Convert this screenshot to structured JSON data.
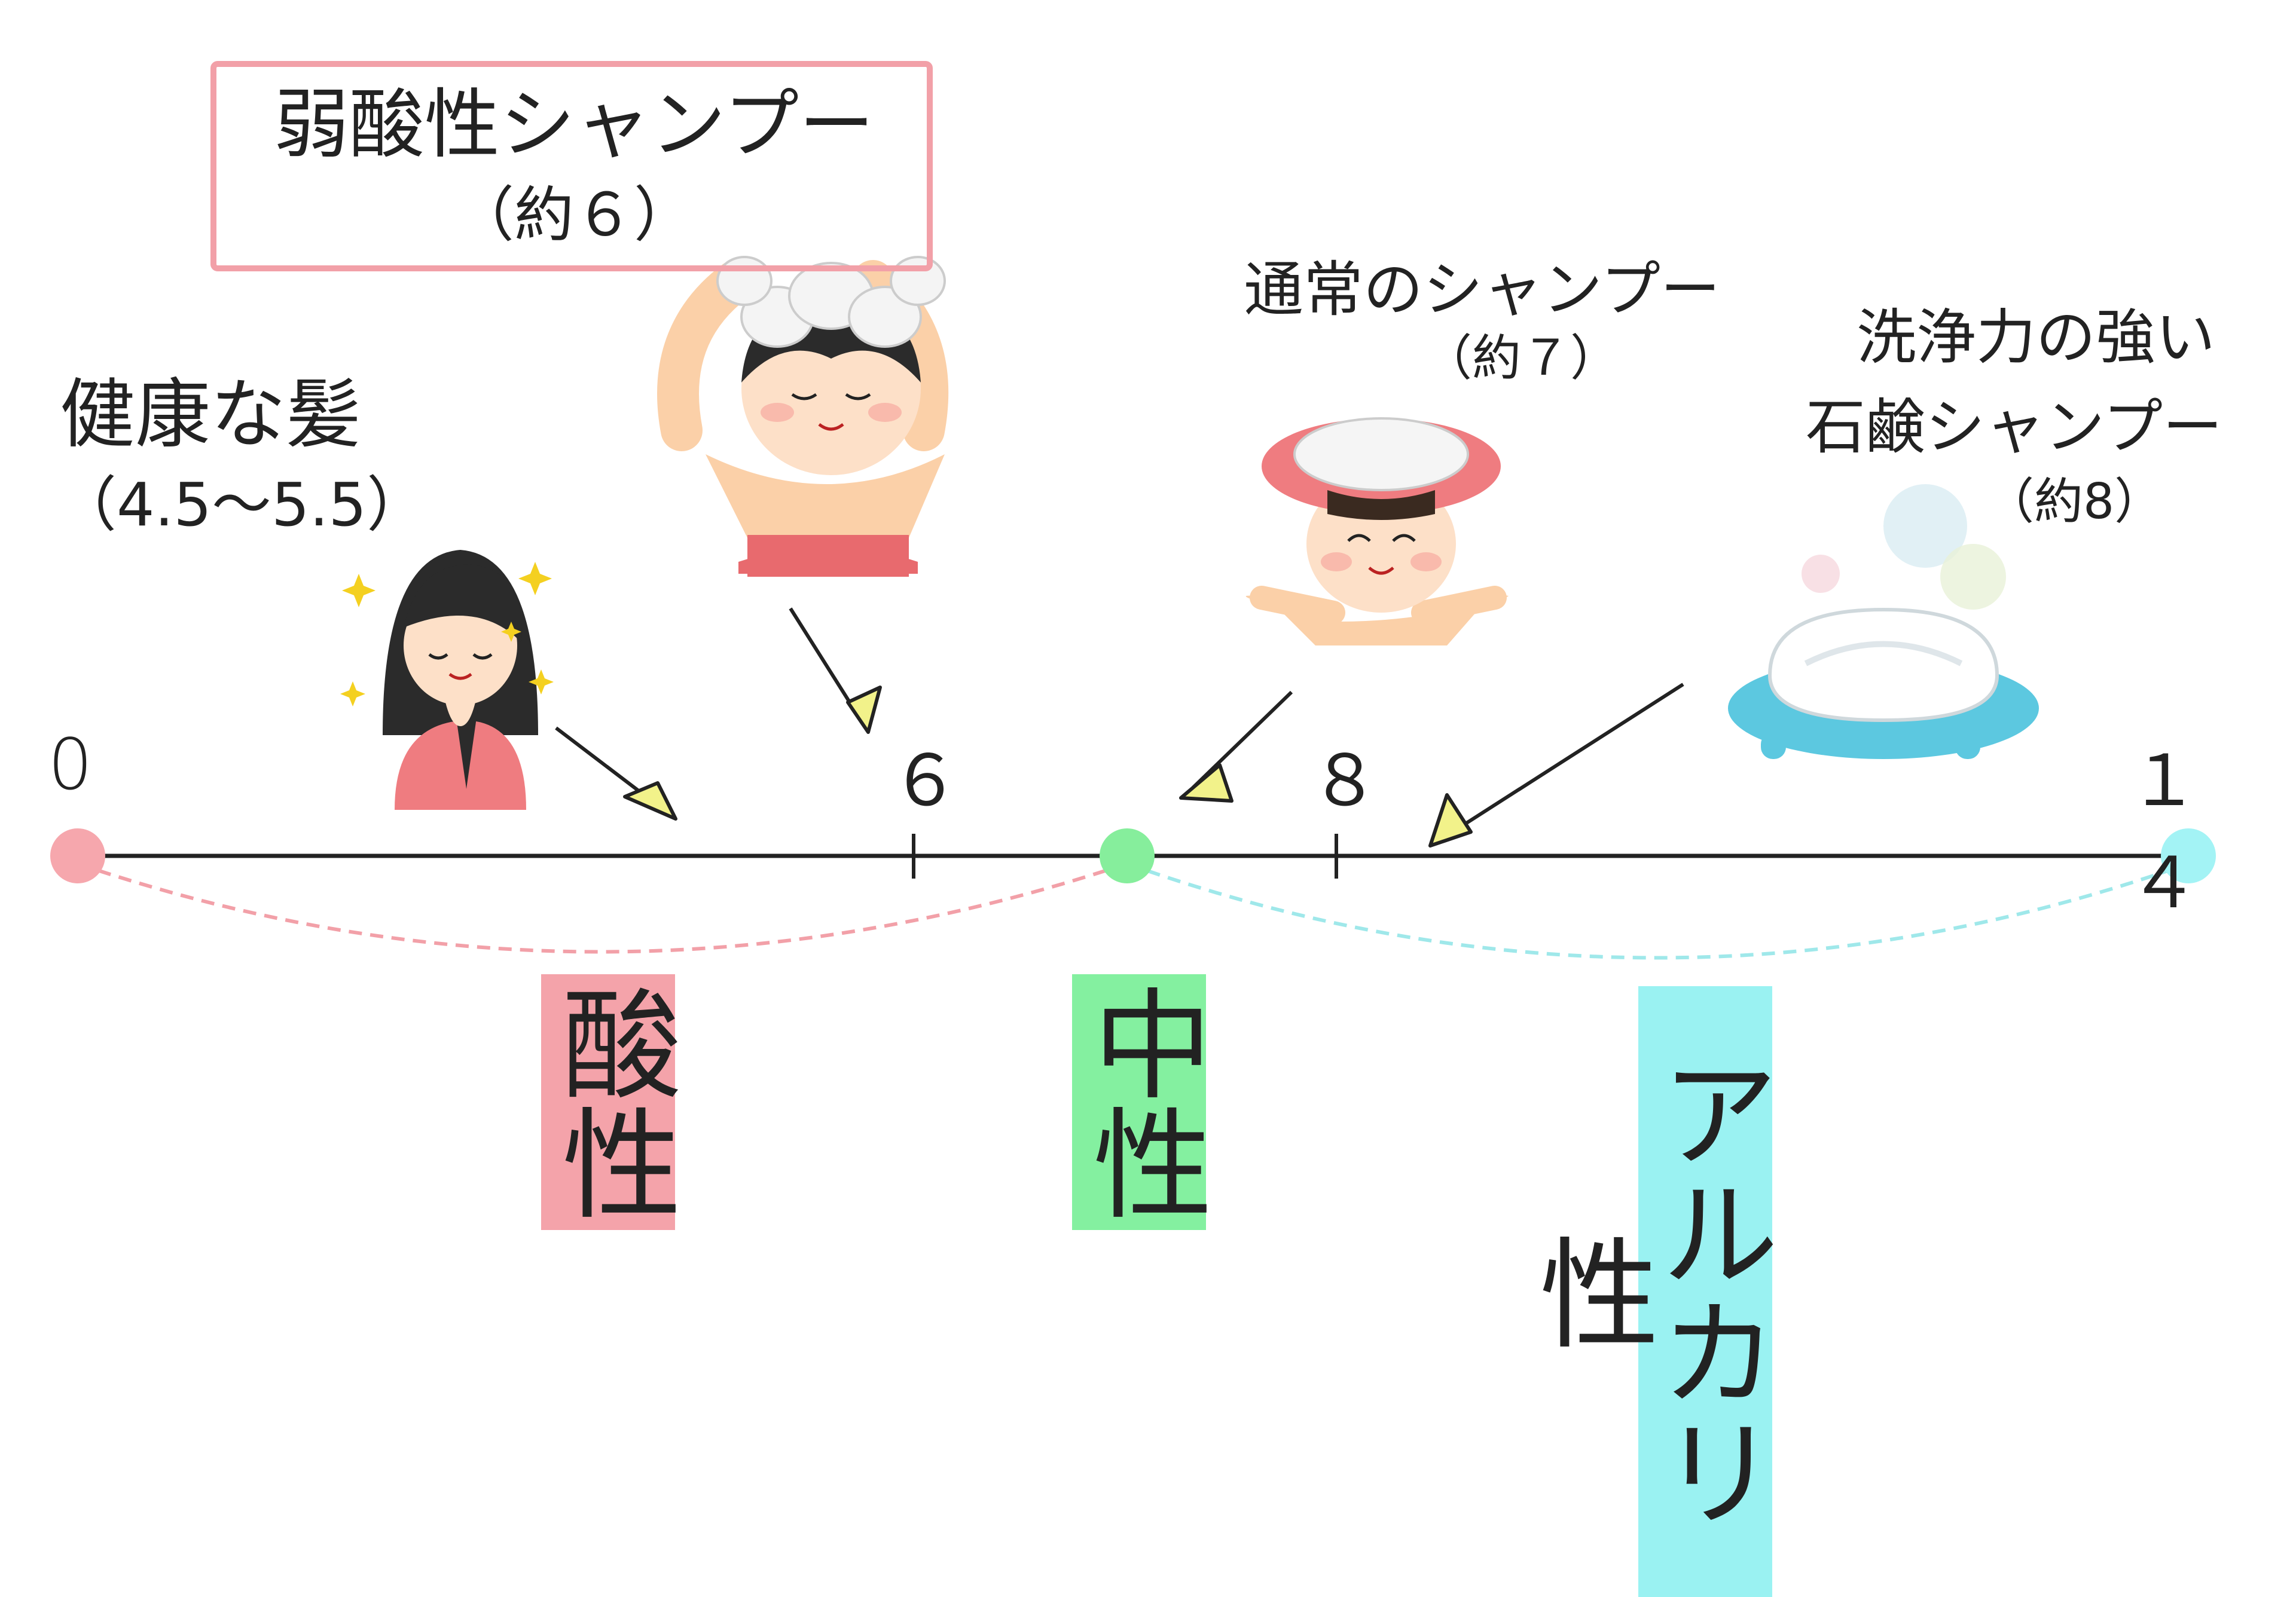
{
  "scale": {
    "min_label": "0",
    "max_label": "１４",
    "tick_labels": [
      "６",
      "８"
    ]
  },
  "annotations": {
    "weak_acid_shampoo": {
      "title": "弱酸性シャンプー",
      "value": "（約６）"
    },
    "healthy_hair": {
      "title": "健康な髪",
      "value": "（4.5〜5.5）"
    },
    "normal_shampoo": {
      "title": "通常のシャンプー",
      "value": "（約７）"
    },
    "soap_shampoo": {
      "title_line1": "洗浄力の強い",
      "title_line2": "石鹸シャンプー",
      "value": "（約8）"
    }
  },
  "regions": {
    "acid": {
      "label": "酸性",
      "color": "#f4a3aa"
    },
    "neutral": {
      "label": "中性",
      "color": "#84f0a0"
    },
    "alkaline": {
      "label": "アルカリ性",
      "color": "#9af2f2"
    }
  },
  "colors": {
    "acid_dot": "#f6a7ad",
    "neutral_dot": "#86ee9c",
    "alkaline_dot": "#a3f3f5",
    "frame": "#f2a0a8",
    "pointer_fill": "#f2f28a"
  }
}
